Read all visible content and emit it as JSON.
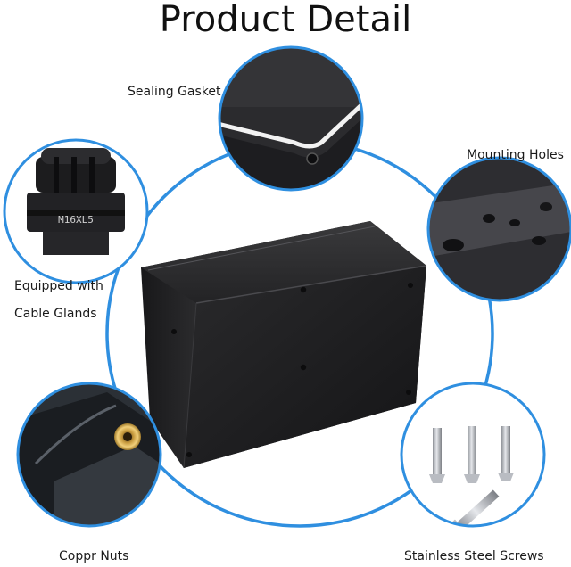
{
  "title": "Product Detail",
  "labels": {
    "sealing_gasket": "Sealing Gasket",
    "mounting_holes": "Mounting Holes",
    "cable_glands_line1": "Equipped with",
    "cable_glands_line2": "Cable Glands",
    "copper_nuts": "Coppr Nuts",
    "stainless_screws": "Stainless Steel Screws"
  },
  "gland_marking": "M16XL5",
  "colors": {
    "accent_ring": "#2f8fe0",
    "enclosure": "#1c1c1e",
    "text": "#111111"
  }
}
